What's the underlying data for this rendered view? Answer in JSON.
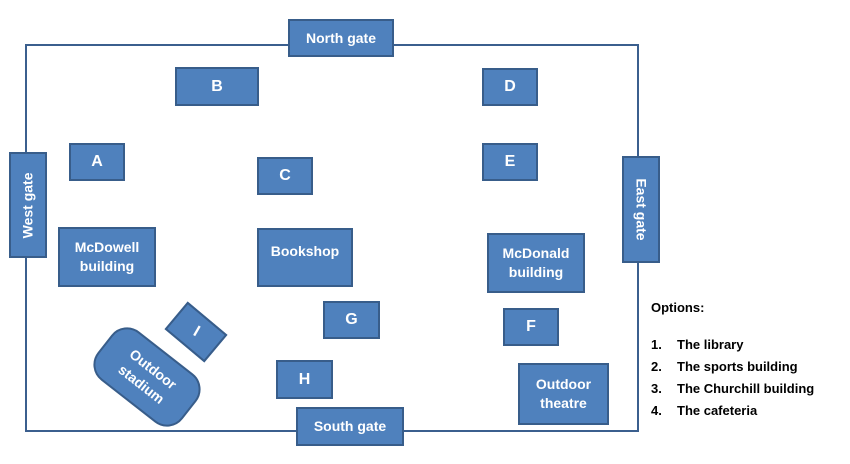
{
  "colors": {
    "box_fill": "#4f81bd",
    "box_border": "#385d8a",
    "campus_border": "#3b5f8e",
    "box_text": "#ffffff"
  },
  "gates": {
    "north": "North gate",
    "south": "South gate",
    "west": "West gate",
    "east": "East gate"
  },
  "locations": {
    "a": "A",
    "b": "B",
    "c": "C",
    "d": "D",
    "e": "E",
    "f": "F",
    "g": "G",
    "h": "H",
    "i": "I"
  },
  "buildings": {
    "mcdowell": [
      "McDowell",
      "building"
    ],
    "bookshop": "Bookshop",
    "mcdonald": [
      "McDonald",
      "building"
    ],
    "outdoor_stadium": [
      "Outdoor",
      "stadium"
    ],
    "outdoor_theatre": [
      "Outdoor",
      "theatre"
    ]
  },
  "options": {
    "title": "Options:",
    "items": [
      {
        "num": "1.",
        "label": "The library"
      },
      {
        "num": "2.",
        "label": "The sports building"
      },
      {
        "num": "3.",
        "label": "The Churchill building"
      },
      {
        "num": "4.",
        "label": "The cafeteria"
      }
    ]
  }
}
